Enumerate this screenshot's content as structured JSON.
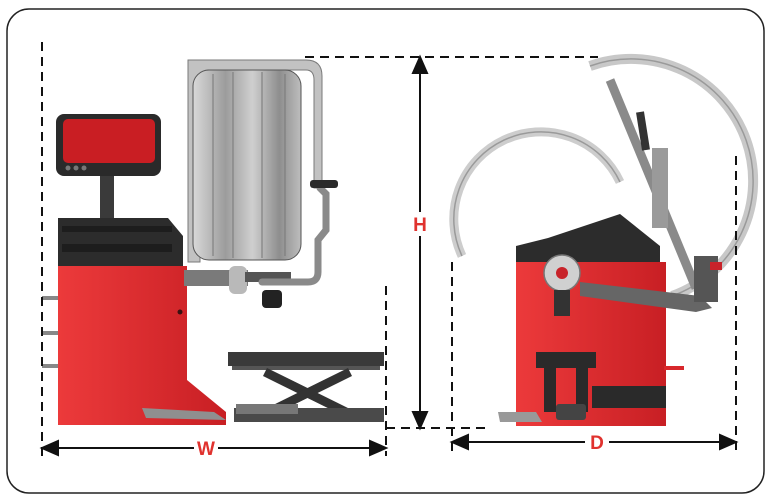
{
  "labels": {
    "width": "W",
    "height": "H",
    "depth": "D"
  },
  "colors": {
    "label": "#e0322e",
    "machine_red": "#d8282c",
    "machine_dark": "#2c2c2c",
    "frame": "#222222",
    "tire": "#a9a9a9",
    "hood": "#c9c9c9"
  }
}
